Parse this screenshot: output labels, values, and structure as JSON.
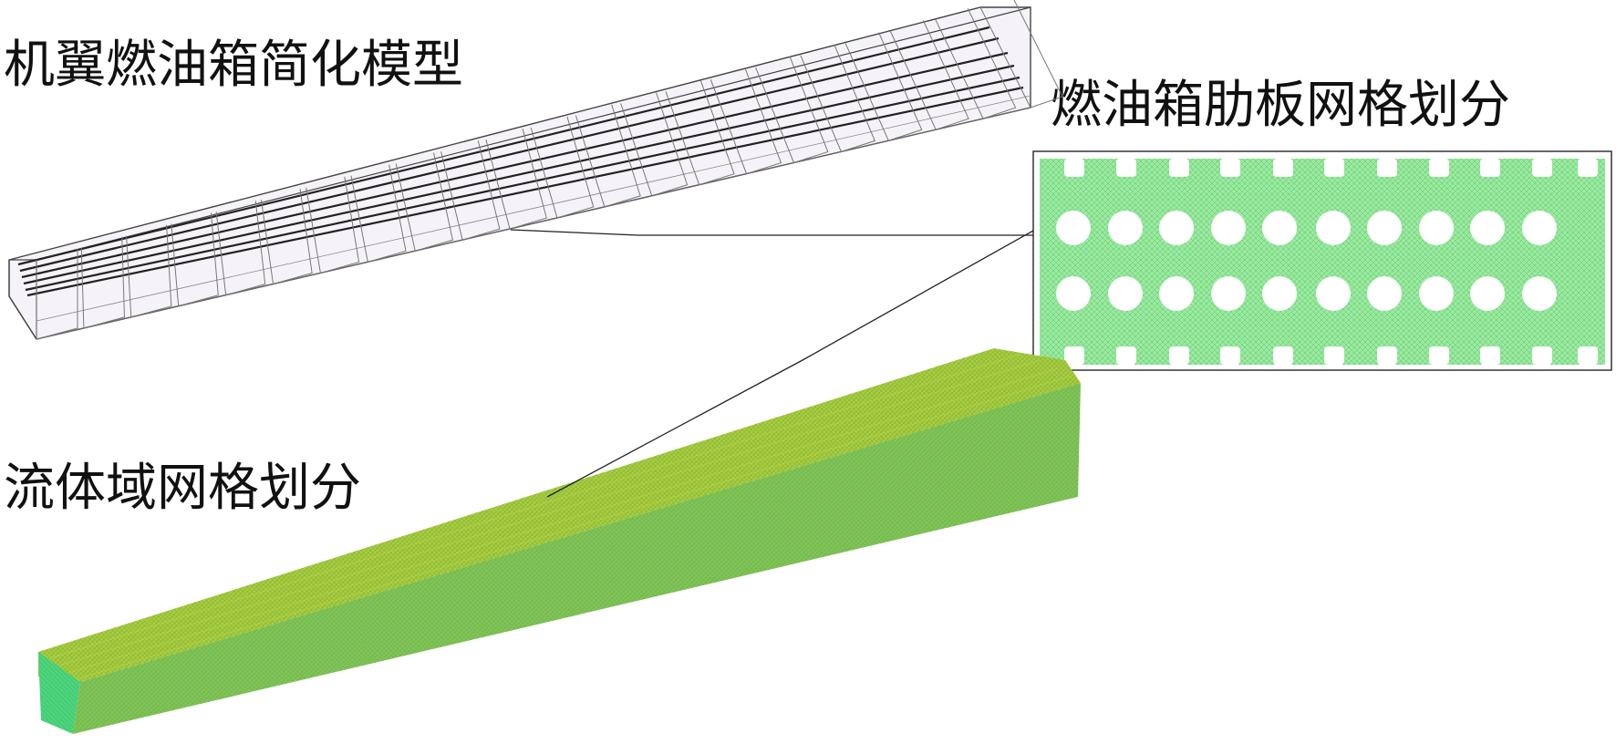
{
  "labels": {
    "wing_model": "机翼燃油箱简化模型",
    "rib_mesh": "燃油箱肋板网格划分",
    "fluid_mesh": "流体域网格划分"
  },
  "colors": {
    "mesh_light_green": "#9be89b",
    "mesh_green": "#6fd06f",
    "fluid_yellow_green": "#a8c832",
    "fluid_teal": "#4fbf86",
    "wireframe": "#6b6b6b"
  }
}
